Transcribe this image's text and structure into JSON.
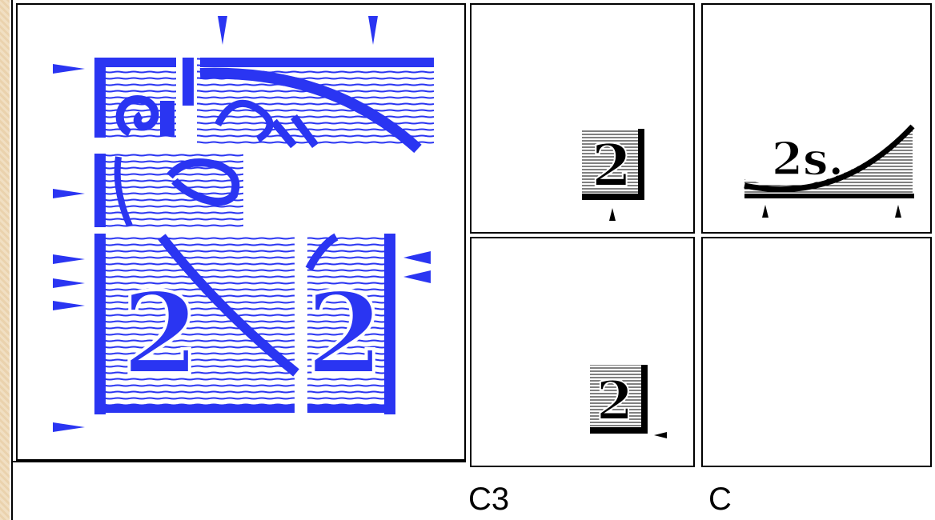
{
  "labels": {
    "col1": "C3",
    "col2": "C"
  },
  "stamp": {
    "numeral": "2",
    "denomination_text": "2s."
  },
  "colors": {
    "stamp_blue": "#2a35f2",
    "ink": "#000000",
    "parchment": "#ead2ad"
  },
  "icons": [
    "arrow-marker-icon"
  ]
}
